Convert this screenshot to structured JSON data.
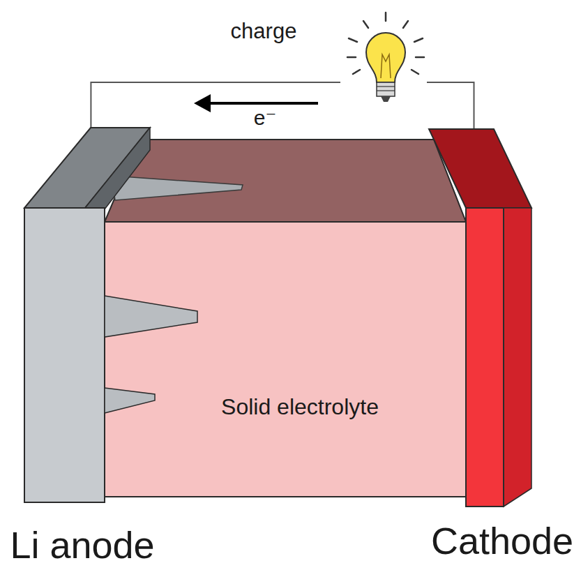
{
  "diagram": {
    "nodes": [
      {
        "text": [
          "Li anode"
        ]
      },
      {
        "text": [
          "Solid electrolyte"
        ]
      },
      {
        "text": [
          "Cathode"
        ]
      }
    ],
    "edges": [
      {
        "from": 0,
        "to": 2,
        "arrow": "none"
      }
    ],
    "labels": [
      "charge",
      "e⁻"
    ]
  }
}
